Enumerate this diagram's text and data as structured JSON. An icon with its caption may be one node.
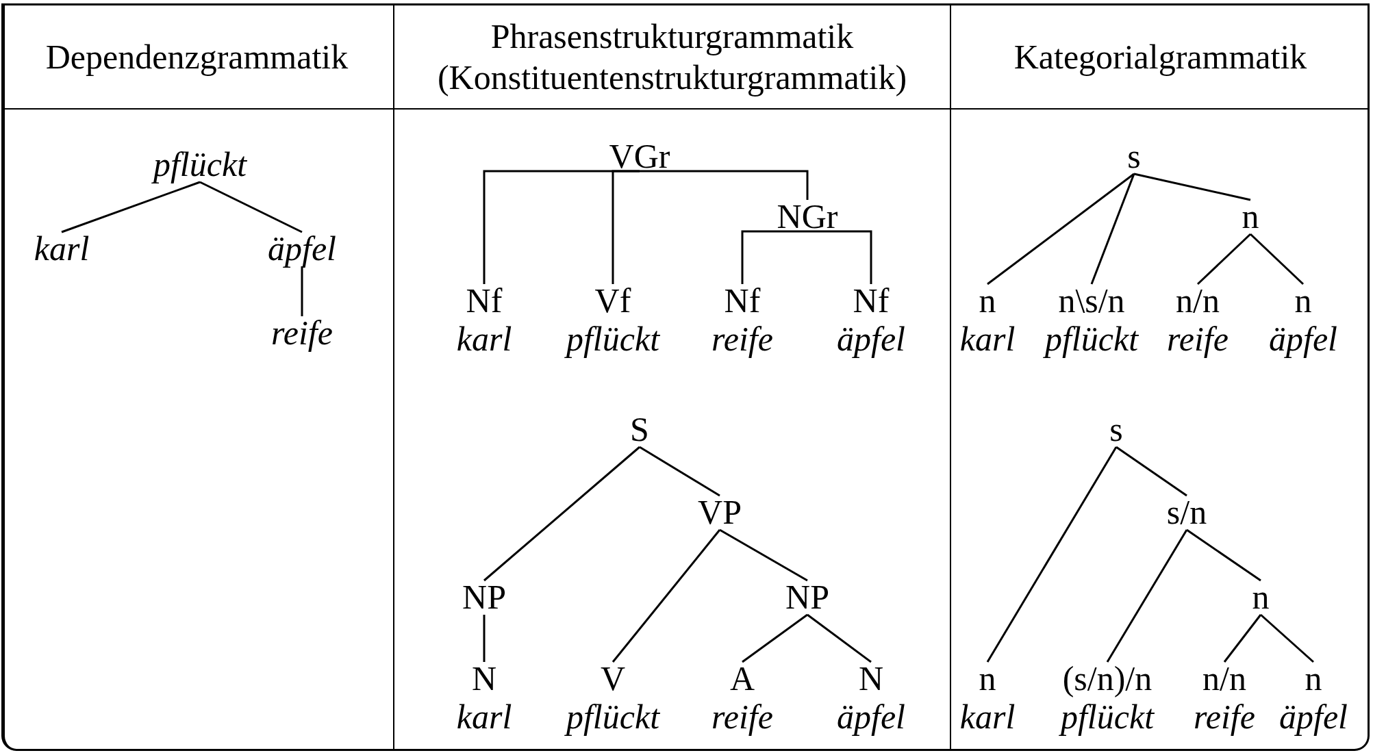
{
  "diagram": {
    "nodes": [
      {
        "text": [
          "pflückt"
        ]
      },
      {
        "text": [
          "karl"
        ]
      },
      {
        "text": [
          "äpfel"
        ]
      },
      {
        "text": [
          "reife"
        ]
      },
      {
        "text": [
          "VGr"
        ]
      },
      {
        "text": [
          "Nf",
          "karl"
        ]
      },
      {
        "text": [
          "Vf",
          "pflückt"
        ]
      },
      {
        "text": [
          "NGr"
        ]
      },
      {
        "text": [
          "Nf",
          "reife"
        ]
      },
      {
        "text": [
          "Nf",
          "äpfel"
        ]
      },
      {
        "text": [
          "S"
        ]
      },
      {
        "text": [
          "VP"
        ]
      },
      {
        "text": [
          "NP"
        ]
      },
      {
        "text": [
          "N",
          "karl"
        ]
      },
      {
        "text": [
          "NP"
        ]
      },
      {
        "text": [
          "V",
          "pflückt"
        ]
      },
      {
        "text": [
          "A",
          "reife"
        ]
      },
      {
        "text": [
          "N",
          "äpfel"
        ]
      },
      {
        "text": [
          "s"
        ]
      },
      {
        "text": [
          "n"
        ]
      },
      {
        "text": [
          "n",
          "karl"
        ]
      },
      {
        "text": [
          "n\\s/n",
          "pflückt"
        ]
      },
      {
        "text": [
          "n/n",
          "reife"
        ]
      },
      {
        "text": [
          "n",
          "äpfel"
        ]
      },
      {
        "text": [
          "s"
        ]
      },
      {
        "text": [
          "s/n"
        ]
      },
      {
        "text": [
          "n"
        ]
      },
      {
        "text": [
          "n",
          "karl"
        ]
      },
      {
        "text": [
          "(s/n)/n",
          "pflückt"
        ]
      },
      {
        "text": [
          "n/n",
          "reife"
        ]
      },
      {
        "text": [
          "n",
          "äpfel"
        ]
      }
    ],
    "edges": [
      {
        "from": 0,
        "to": 1,
        "arrow": "none"
      },
      {
        "from": 0,
        "to": 2,
        "arrow": "none"
      },
      {
        "from": 2,
        "to": 3,
        "arrow": "none"
      },
      {
        "from": 4,
        "to": 5,
        "arrow": "none"
      },
      {
        "from": 4,
        "to": 6,
        "arrow": "none"
      },
      {
        "from": 4,
        "to": 7,
        "arrow": "none"
      },
      {
        "from": 7,
        "to": 8,
        "arrow": "none"
      },
      {
        "from": 7,
        "to": 9,
        "arrow": "none"
      },
      {
        "from": 10,
        "to": 12,
        "arrow": "none"
      },
      {
        "from": 10,
        "to": 11,
        "arrow": "none"
      },
      {
        "from": 12,
        "to": 13,
        "arrow": "none"
      },
      {
        "from": 11,
        "to": 15,
        "arrow": "none"
      },
      {
        "from": 11,
        "to": 14,
        "arrow": "none"
      },
      {
        "from": 14,
        "to": 16,
        "arrow": "none"
      },
      {
        "from": 14,
        "to": 17,
        "arrow": "none"
      },
      {
        "from": 18,
        "to": 20,
        "arrow": "none"
      },
      {
        "from": 18,
        "to": 21,
        "arrow": "none"
      },
      {
        "from": 18,
        "to": 19,
        "arrow": "none"
      },
      {
        "from": 19,
        "to": 22,
        "arrow": "none"
      },
      {
        "from": 19,
        "to": 23,
        "arrow": "none"
      },
      {
        "from": 24,
        "to": 27,
        "arrow": "none"
      },
      {
        "from": 24,
        "to": 25,
        "arrow": "none"
      },
      {
        "from": 25,
        "to": 28,
        "arrow": "none"
      },
      {
        "from": 25,
        "to": 26,
        "arrow": "none"
      },
      {
        "from": 26,
        "to": 29,
        "arrow": "none"
      },
      {
        "from": 26,
        "to": 30,
        "arrow": "none"
      }
    ],
    "labels": [
      "Dependenzgrammatik",
      "Phrasenstrukturgrammatik (Konstituentenstrukturgrammatik)",
      "Kategorialgrammatik"
    ]
  }
}
